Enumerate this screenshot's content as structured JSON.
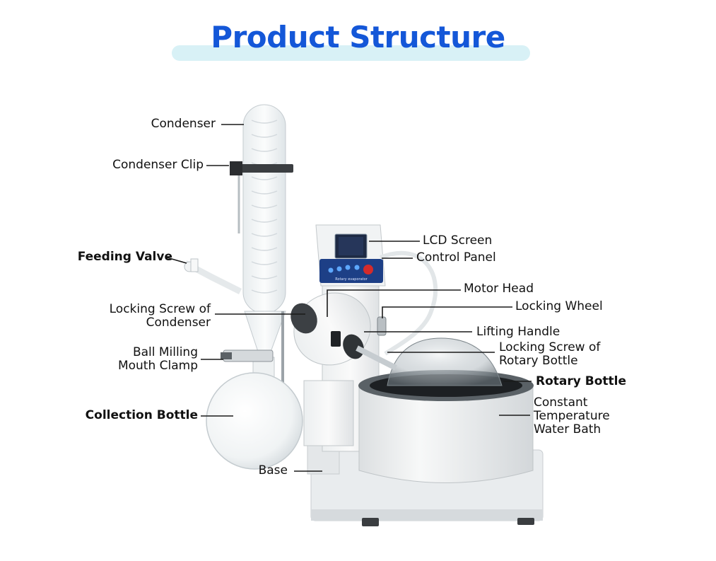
{
  "title": "Product Structure",
  "colors": {
    "title": "#1457d8",
    "title_band": "#d8f1f6",
    "label": "#111111"
  },
  "labels": {
    "condenser": "Condenser",
    "condenser_clip": "Condenser Clip",
    "feeding_valve": "Feeding Valve",
    "locking_screw_condenser_1": "Locking Screw of",
    "locking_screw_condenser_2": "Condenser",
    "ball_milling_1": "Ball Milling",
    "ball_milling_2": "Mouth Clamp",
    "collection_bottle": "Collection Bottle",
    "base": "Base",
    "lcd_screen": "LCD Screen",
    "control_panel": "Control Panel",
    "motor_head": "Motor Head",
    "locking_wheel": "Locking Wheel",
    "lifting_handle": "Lifting Handle",
    "locking_screw_rotary_1": "Locking Screw of",
    "locking_screw_rotary_2": "Rotary Bottle",
    "rotary_bottle": "Rotary Bottle",
    "water_bath_1": "Constant",
    "water_bath_2": "Temperature",
    "water_bath_3": "Water Bath"
  },
  "panel_text": "Rotary evaporator"
}
